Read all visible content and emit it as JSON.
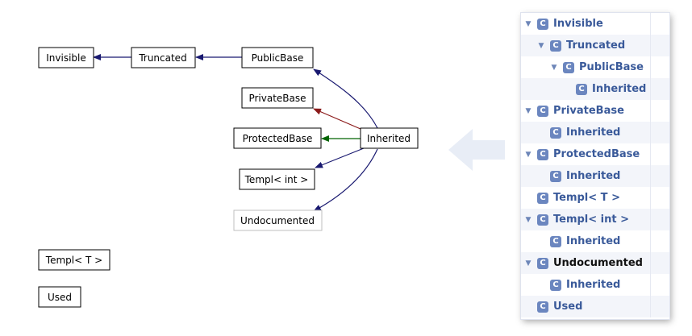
{
  "graph": {
    "nodes": {
      "invisible": "Invisible",
      "truncated": "Truncated",
      "publicbase": "PublicBase",
      "privatebase": "PrivateBase",
      "protectedbase": "ProtectedBase",
      "inherited": "Inherited",
      "templ_int": "Templ< int >",
      "undocumented": "Undocumented",
      "templ_t": "Templ< T >",
      "used": "Used"
    },
    "edge_colors": {
      "public": "#191970",
      "private": "#8b1a1a",
      "protected": "#006400"
    }
  },
  "tree": {
    "icon_letter": "C",
    "items": [
      {
        "label": "Invisible",
        "toggle": "▼"
      },
      {
        "label": "Truncated",
        "toggle": "▼"
      },
      {
        "label": "PublicBase",
        "toggle": "▼"
      },
      {
        "label": "Inherited",
        "toggle": ""
      },
      {
        "label": "PrivateBase",
        "toggle": "▼"
      },
      {
        "label": "Inherited",
        "toggle": ""
      },
      {
        "label": "ProtectedBase",
        "toggle": "▼"
      },
      {
        "label": "Inherited",
        "toggle": ""
      },
      {
        "label": "Templ< T >",
        "toggle": ""
      },
      {
        "label": "Templ< int >",
        "toggle": "▼"
      },
      {
        "label": "Inherited",
        "toggle": ""
      },
      {
        "label": "Undocumented",
        "toggle": "▼"
      },
      {
        "label": "Inherited",
        "toggle": ""
      },
      {
        "label": "Used",
        "toggle": ""
      }
    ]
  }
}
